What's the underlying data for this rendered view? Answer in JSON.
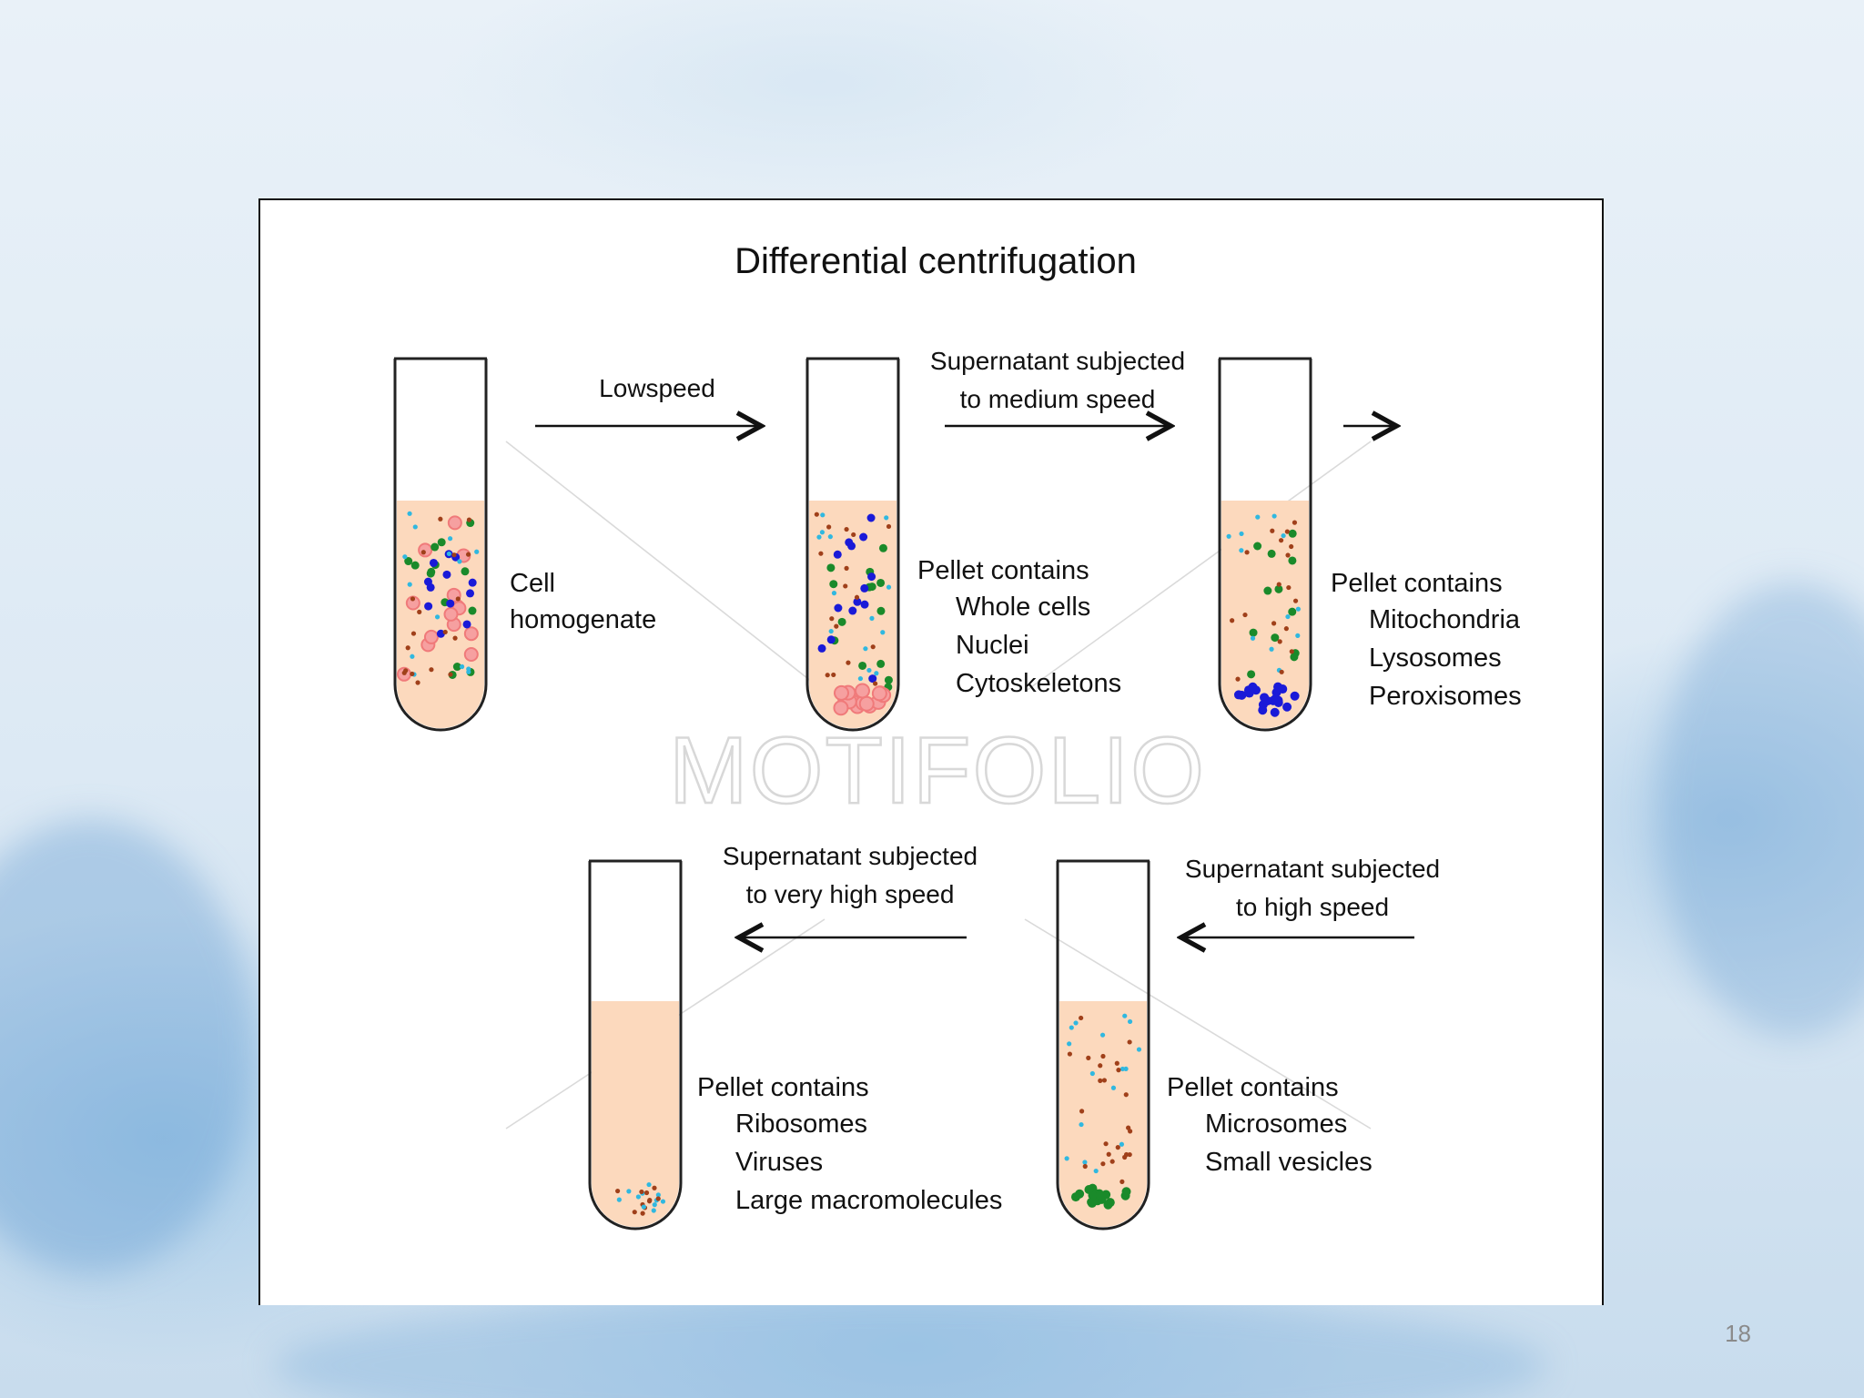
{
  "slide": {
    "page_number": "18",
    "watermark": "MOTIFOLIO"
  },
  "diagram": {
    "title": "Differential centrifugation",
    "steps": [
      {
        "id": "low",
        "lines": [
          "Lowspeed"
        ]
      },
      {
        "id": "medium",
        "lines": [
          "Supernatant subjected",
          "to medium speed"
        ]
      },
      {
        "id": "high",
        "lines": [
          "Supernatant subjected",
          "to high speed"
        ]
      },
      {
        "id": "veryhigh",
        "lines": [
          "Supernatant subjected",
          "to very high speed"
        ]
      }
    ],
    "tubes": [
      {
        "id": "homogenate",
        "label_lines": [
          "Cell",
          "homogenate"
        ]
      },
      {
        "id": "tube2",
        "heading": "Pellet contains",
        "items": [
          "Whole cells",
          "Nuclei",
          "Cytoskeletons"
        ]
      },
      {
        "id": "tube3",
        "heading": "Pellet contains",
        "items": [
          "Mitochondria",
          "Lysosomes",
          "Peroxisomes"
        ]
      },
      {
        "id": "tube4",
        "heading": "Pellet contains",
        "items": [
          "Microsomes",
          "Small vesicles"
        ]
      },
      {
        "id": "tube5",
        "heading": "Pellet contains",
        "items": [
          "Ribosomes",
          "Viruses",
          "Large macromolecules"
        ]
      }
    ],
    "colors": {
      "liquid": "#fcd9bd",
      "tube_outline": "#222222",
      "nuclei_red": "#f07a7a",
      "mito_green": "#1a8a2a",
      "lyso_blue": "#1a1ad8",
      "micro_brown": "#a0401a",
      "ribo_cyan": "#30b8e0"
    }
  }
}
